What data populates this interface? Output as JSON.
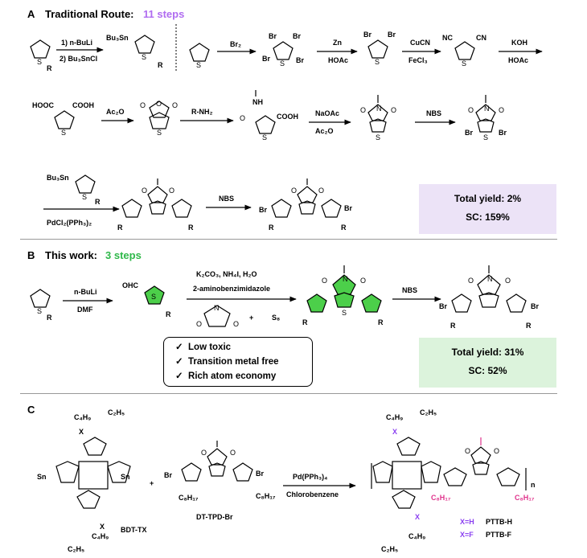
{
  "sections": {
    "a": {
      "letter": "A",
      "title": "Traditional Route:",
      "steps": "11 steps",
      "steps_color": "#b06cf0"
    },
    "b": {
      "letter": "B",
      "title": "This work:",
      "steps": "3 steps",
      "steps_color": "#2fb84a"
    },
    "c": {
      "letter": "C"
    }
  },
  "route_a": {
    "row1_conditions": {
      "step1_top": "1) n-BuLi",
      "step1_bottom": "2) Bu₃SnCl",
      "step2": "Br₂",
      "step3_top": "Zn",
      "step3_bottom": "HOAc",
      "step4_top": "CuCN",
      "step4_bottom": "FeCl₃",
      "step5_top": "KOH",
      "step5_bottom": "HOAc"
    },
    "row2_conditions": {
      "step6": "Ac₂O",
      "step7": "R-NH₂",
      "step8_top": "NaOAc",
      "step8_bottom": "Ac₂O",
      "step9": "NBS"
    },
    "row3_conditions": {
      "coupling": "PdCl₂(PPh₃)₂",
      "step11": "NBS"
    },
    "labels": {
      "bu3sn": "Bu₃Sn",
      "r": "R",
      "br": "Br",
      "nc": "NC",
      "cn": "CN",
      "hooc": "HOOC",
      "cooh": "COOH",
      "nh": "NH",
      "s": "S",
      "o": "O",
      "n": "N"
    },
    "summary": {
      "yield": "Total yield: 2%",
      "sc": "SC: 159%"
    }
  },
  "route_b": {
    "conditions": {
      "step1_top": "n-BuLi",
      "step1_bottom": "DMF",
      "step2_top": "K₂CO₃, NH₄I, H₂O",
      "step2_mid": "2-aminobenzimidazole",
      "plus": "+",
      "s8": "S₈",
      "step3": "NBS"
    },
    "labels": {
      "ohc": "OHC"
    },
    "advantages": [
      "Low toxic",
      "Transition metal free",
      "Rich atom economy"
    ],
    "check": "✓",
    "summary": {
      "yield": "Total yield: 31%",
      "sc": "SC: 52%"
    }
  },
  "panel_c": {
    "bdt_label": "BDT-TX",
    "tpd_label": "DT-TPD-Br",
    "conditions_top": "Pd(PPh₃)₄",
    "conditions_bottom": "Chlorobenzene",
    "plus": "+",
    "c4h9": "C₄H₉",
    "c2h5": "C₂H₅",
    "c8h17": "C₈H₁₇",
    "x": "X",
    "sn": "Sn",
    "n_sub": "n",
    "legend": [
      {
        "x": "X=H",
        "name": "PTTB-H"
      },
      {
        "x": "X=F",
        "name": "PTTB-F"
      }
    ],
    "colors": {
      "x_label": "#8a3ff0",
      "highlight": "#e0338c"
    }
  }
}
